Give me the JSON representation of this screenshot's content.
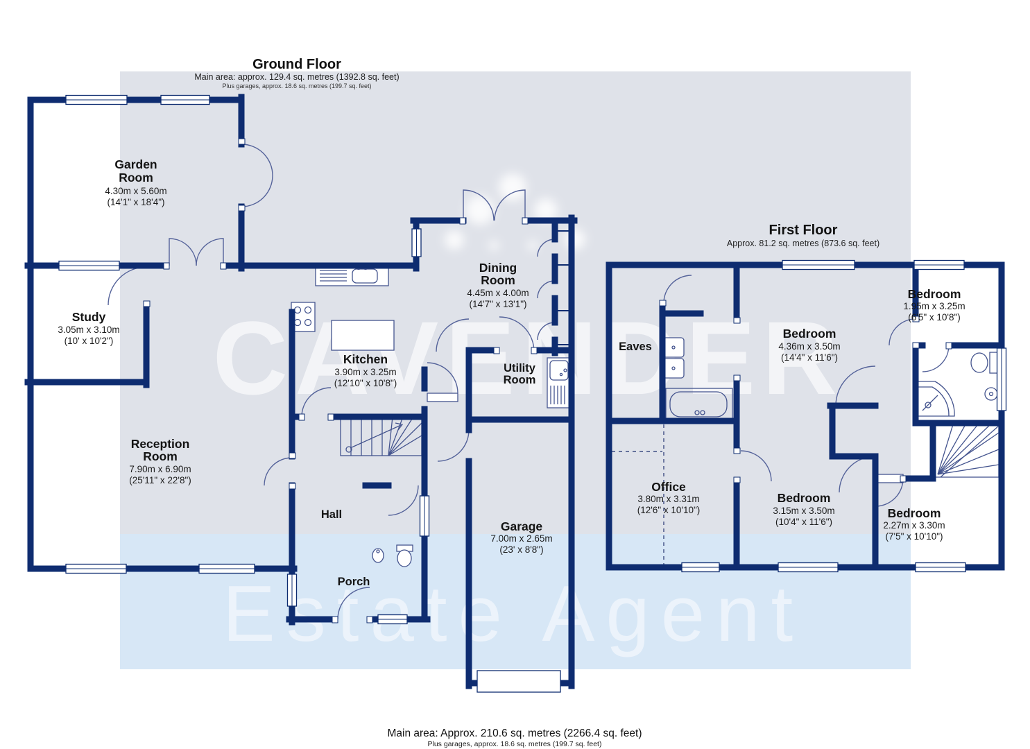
{
  "watermark": {
    "line1": "CAVENDER",
    "line2": "Estate Agent"
  },
  "colors": {
    "wall": "#0e2c70",
    "region_grey": "#dfe2e9",
    "region_blue": "#d7e7f6"
  },
  "ground_floor": {
    "title": "Ground Floor",
    "subtitle": "Main area: approx. 129.4 sq. metres (1392.8 sq. feet)",
    "note": "Plus garages, approx. 18.6 sq. metres (199.7 sq. feet)",
    "rooms": {
      "garden_room": {
        "line1": "Garden",
        "line2": "Room",
        "metric": "4.30m x 5.60m",
        "imperial": "(14'1\" x 18'4\")"
      },
      "study": {
        "name": "Study",
        "metric": "3.05m x 3.10m",
        "imperial": "(10' x 10'2\")"
      },
      "kitchen": {
        "name": "Kitchen",
        "metric": "3.90m x 3.25m",
        "imperial": "(12'10\" x 10'8\")"
      },
      "dining_room": {
        "line1": "Dining",
        "line2": "Room",
        "metric": "4.45m x 4.00m",
        "imperial": "(14'7\" x 13'1\")"
      },
      "utility_room": {
        "line1": "Utility",
        "line2": "Room"
      },
      "reception_room": {
        "line1": "Reception",
        "line2": "Room",
        "metric": "7.90m x 6.90m",
        "imperial": "(25'11\" x 22'8\")"
      },
      "hall": {
        "name": "Hall"
      },
      "porch": {
        "name": "Porch"
      },
      "garage": {
        "name": "Garage",
        "metric": "7.00m x 2.65m",
        "imperial": "(23' x 8'8\")"
      }
    }
  },
  "first_floor": {
    "title": "First Floor",
    "subtitle": "Approx. 81.2 sq. metres (873.6 sq. feet)",
    "rooms": {
      "eaves": {
        "name": "Eaves"
      },
      "bedroom_top": {
        "name": "Bedroom",
        "metric": "4.36m x 3.50m",
        "imperial": "(14'4\" x 11'6\")"
      },
      "bedroom_right": {
        "name": "Bedroom",
        "metric": "1.95m x 3.25m",
        "imperial": "(6'5\" x 10'8\")"
      },
      "office": {
        "name": "Office",
        "metric": "3.80m x 3.31m",
        "imperial": "(12'6\" x 10'10\")"
      },
      "bedroom_mid": {
        "name": "Bedroom",
        "metric": "3.15m x 3.50m",
        "imperial": "(10'4\" x 11'6\")"
      },
      "bedroom_bottom_right": {
        "name": "Bedroom",
        "metric": "2.27m x 3.30m",
        "imperial": "(7'5\" x 10'10\")"
      }
    }
  },
  "footer": {
    "main": "Main area: Approx. 210.6 sq. metres (2266.4 sq. feet)",
    "note": "Plus garages, approx. 18.6 sq. metres (199.7 sq. feet)"
  }
}
